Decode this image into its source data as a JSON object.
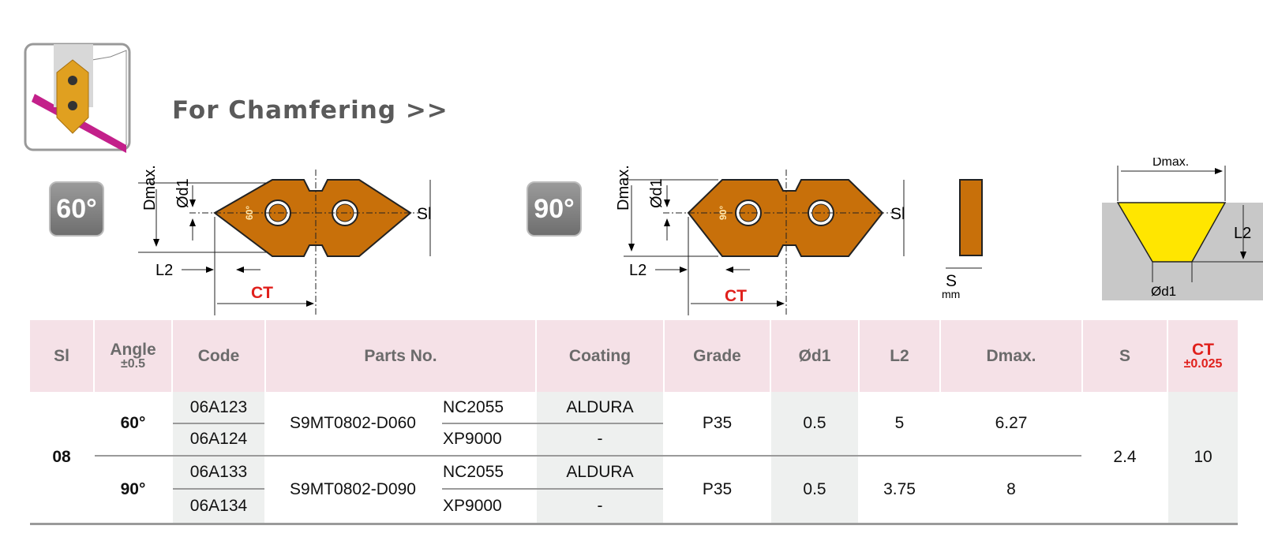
{
  "header": {
    "title": "For Chamfering >>"
  },
  "diagrams": {
    "badge60": "60°",
    "badge90": "90°",
    "dmax": "Dmax.",
    "d1": "Ød1",
    "sl": "Sl",
    "l2": "L2",
    "ct": "CT",
    "angle60": "60°",
    "angle90": "90°",
    "s": "S",
    "mm": "mm",
    "dmax_small": "Dmax.",
    "l2_small": "L2",
    "d1_small": "Ød1"
  },
  "table": {
    "headers": {
      "si": "Sl",
      "angle": "Angle",
      "angle_tol": "±0.5",
      "code": "Code",
      "parts": "Parts No.",
      "coating": "Coating",
      "grade": "Grade",
      "d1": "Ød1",
      "l2": "L2",
      "dmax": "Dmax.",
      "s": "S",
      "ct": "CT",
      "ct_tol": "±0.025"
    },
    "si": "08",
    "s": "2.4",
    "ct": "10",
    "groups": [
      {
        "angle": "60°",
        "part": "S9MT0802-D060",
        "grade": "P35",
        "d1": "0.5",
        "l2": "5",
        "dmax": "6.27",
        "rows": [
          {
            "code": "06A123",
            "sub": "NC2055",
            "coating": "ALDURA"
          },
          {
            "code": "06A124",
            "sub": "XP9000",
            "coating": "-"
          }
        ]
      },
      {
        "angle": "90°",
        "part": "S9MT0802-D090",
        "grade": "P35",
        "d1": "0.5",
        "l2": "3.75",
        "dmax": "8",
        "rows": [
          {
            "code": "06A133",
            "sub": "NC2055",
            "coating": "ALDURA"
          },
          {
            "code": "06A134",
            "sub": "XP9000",
            "coating": "-"
          }
        ]
      }
    ]
  },
  "colors": {
    "insert": "#c8700a",
    "pink": "#f5e1e7",
    "red": "#e0201c",
    "yellow": "#ffe600"
  }
}
